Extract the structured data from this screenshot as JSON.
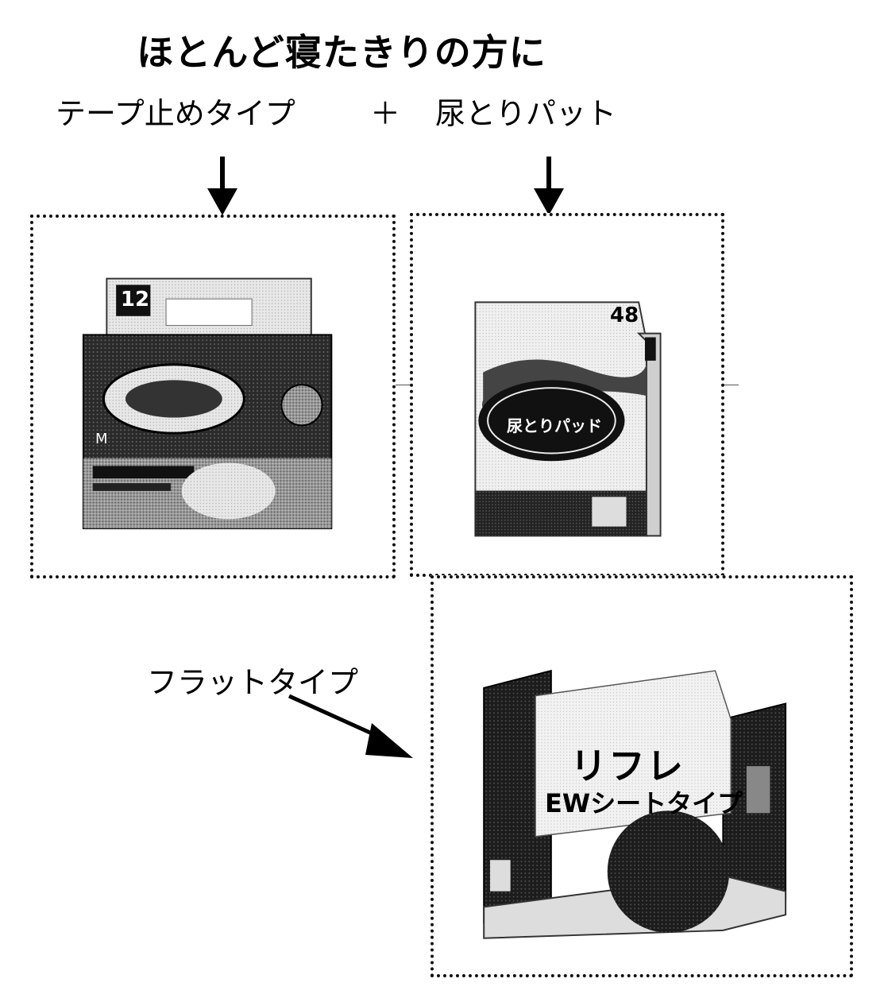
{
  "headline": "ほとんど寝たきりの方に",
  "combo": {
    "left": "テープ止めタイプ",
    "plus": "＋",
    "right": "尿とりパット"
  },
  "flat_label": "フラットタイプ",
  "packages": {
    "tape_type": {
      "count": "12",
      "size": "M"
    },
    "pad": {
      "count": "48",
      "product": "尿とりパッド"
    },
    "flat_type": {
      "brand": "リフレ",
      "product": "EWシートタイプ"
    }
  }
}
